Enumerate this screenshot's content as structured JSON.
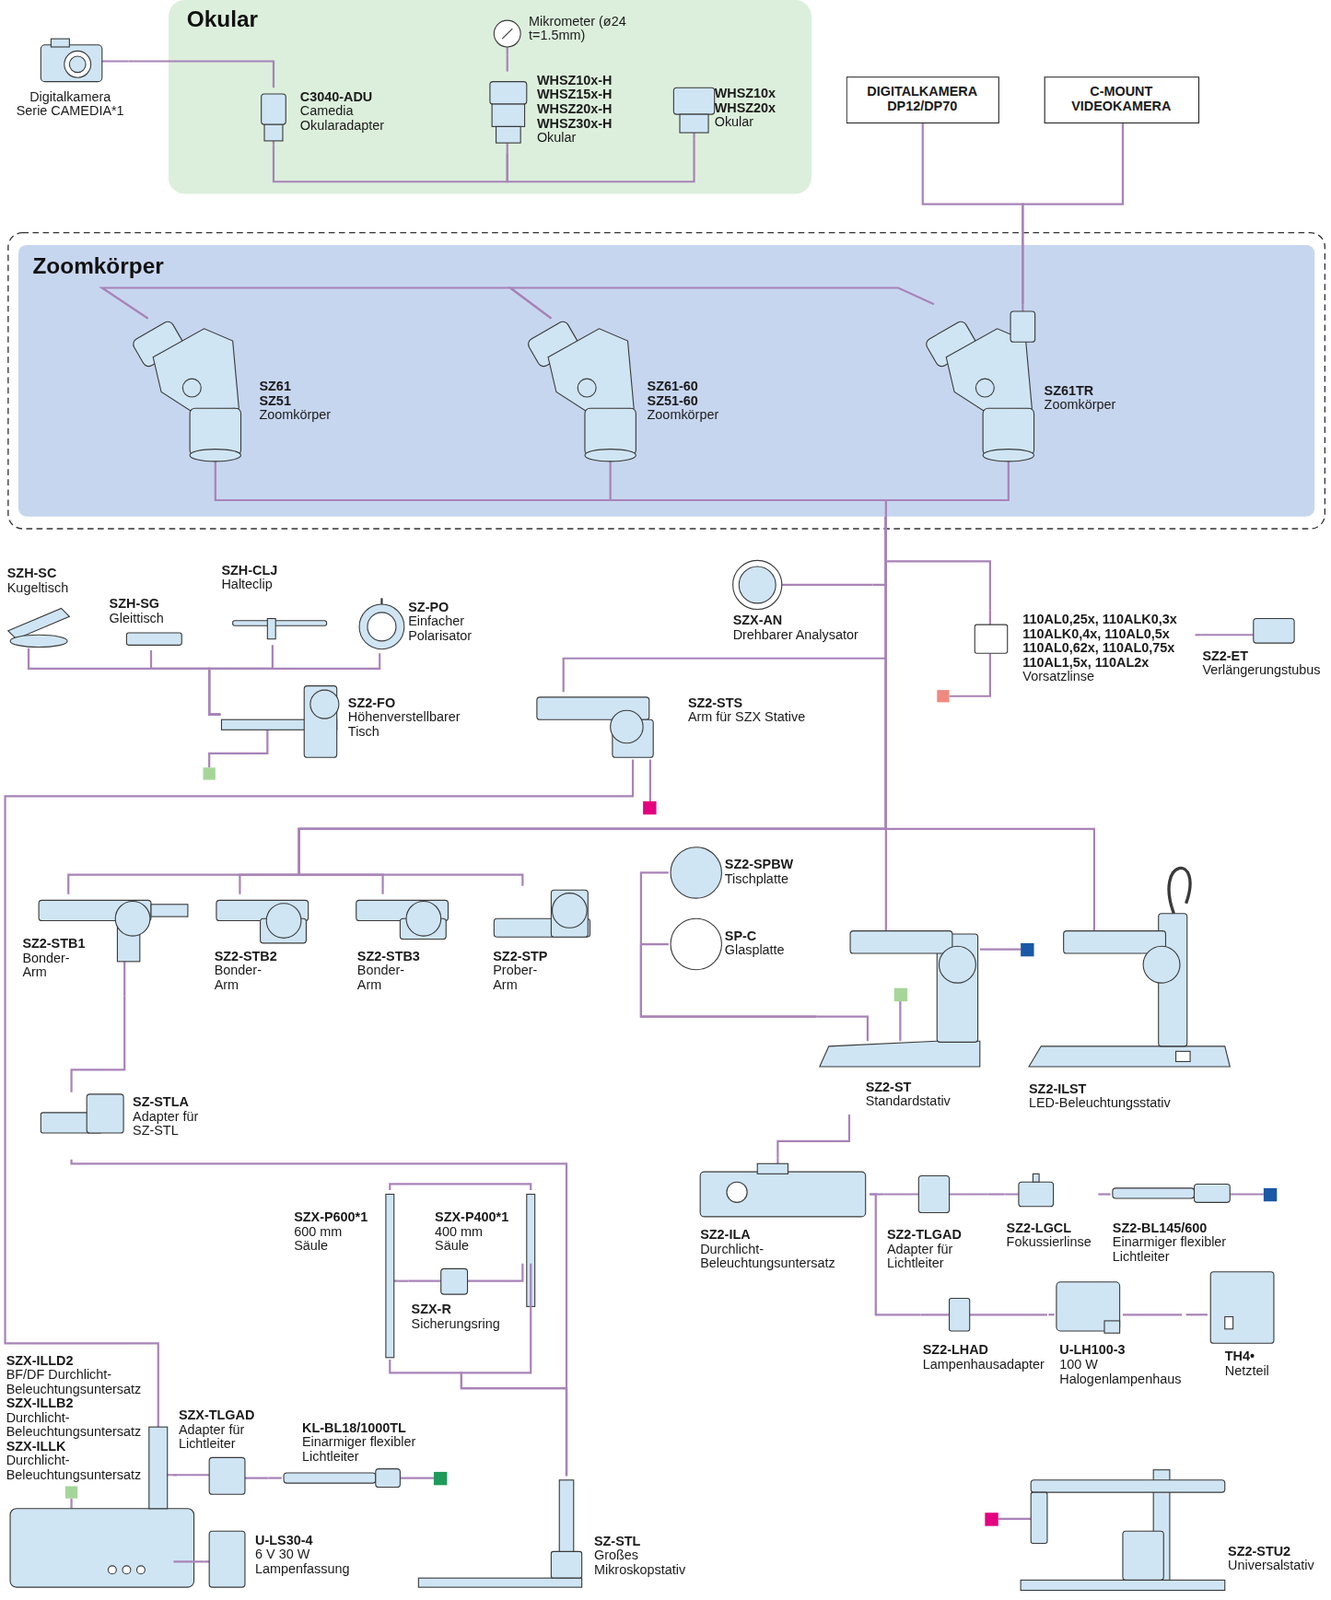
{
  "diagram": {
    "nodes": [
      {
        "text": [
          "Okular"
        ]
      },
      {
        "text": [
          "Mikrometer (ø24 t=1.5mm)"
        ],
        "in": 0
      },
      {
        "text": [
          "C3040-ADU",
          "Camedia Okularadapter"
        ],
        "in": 0
      },
      {
        "text": [
          "WHSZ10x-H WHSZ15x-H WHSZ20x-H WHSZ30x-H",
          "Okular"
        ],
        "in": 0
      },
      {
        "text": [
          "WHSZ10x WHSZ20x",
          "Okular"
        ],
        "in": 0
      },
      {
        "text": [
          "Digitalkamera",
          "Serie CAMEDIA*1"
        ]
      },
      {
        "text": [
          "DIGITALKAMERA DP12/DP70"
        ]
      },
      {
        "text": [
          "C-MOUNT VIDEOKAMERA"
        ]
      },
      {
        "text": [
          "Zoomkörper"
        ]
      },
      {
        "text": [
          "SZ61 SZ51",
          "Zoomkörper"
        ],
        "in": 8
      },
      {
        "text": [
          "SZ61-60 SZ51-60",
          "Zoomkörper"
        ],
        "in": 8
      },
      {
        "text": [
          "SZ61TR",
          "Zoomkörper"
        ],
        "in": 8
      },
      {
        "text": [
          "SZH-SC",
          "Kugeltisch"
        ]
      },
      {
        "text": [
          "SZH-SG",
          "Gleittisch"
        ]
      },
      {
        "text": [
          "SZH-CLJ",
          "Halteclip"
        ]
      },
      {
        "text": [
          "SZ-PO",
          "Einfacher Polarisator"
        ]
      },
      {
        "text": [
          "SZX-AN",
          "Drehbarer Analysator"
        ]
      },
      {
        "text": [
          "110AL0,25x, 110ALK0,3x 110ALK0,4x, 110AL0,5x 110AL0,62x, 110AL0,75x 110AL1,5x, 110AL2x",
          "Vorsatzlinse"
        ]
      },
      {
        "text": [
          "SZ2-ET",
          "Verlängerungstubus"
        ]
      },
      {
        "text": [
          "SZ2-FO",
          "Höhenverstellbarer Tisch"
        ]
      },
      {
        "text": [
          "SZ2-STS",
          "Arm für SZX Stative"
        ]
      },
      {
        "text": [
          "SZ2-STB1",
          "Bonder-Arm"
        ]
      },
      {
        "text": [
          "SZ2-STB2",
          "Bonder-Arm"
        ]
      },
      {
        "text": [
          "SZ2-STB3",
          "Bonder-Arm"
        ]
      },
      {
        "text": [
          "SZ2-STP",
          "Prober-Arm"
        ]
      },
      {
        "text": [
          "SZ2-SPBW",
          "Tischplatte"
        ]
      },
      {
        "text": [
          "SP-C",
          "Glasplatte"
        ]
      },
      {
        "text": [
          "SZ2-ST",
          "Standardstativ"
        ]
      },
      {
        "text": [
          "SZ2-ILST",
          "LED-Beleuchtungsstativ"
        ]
      },
      {
        "text": [
          "SZ-STLA",
          "Adapter für SZ-STL"
        ]
      },
      {
        "text": [
          "SZX-P600*1",
          "600 mm Säule"
        ]
      },
      {
        "text": [
          "SZX-P400*1",
          "400 mm Säule"
        ]
      },
      {
        "text": [
          "SZX-R",
          "Sicherungsring"
        ]
      },
      {
        "text": [
          "SZ2-ILA",
          "Durchlicht-Beleuchtungsuntersatz"
        ]
      },
      {
        "text": [
          "SZ2-TLGAD",
          "Adapter für Lichtleiter"
        ]
      },
      {
        "text": [
          "SZ2-LGCL",
          "Fokussierlinse"
        ]
      },
      {
        "text": [
          "SZ2-BL145/600",
          "Einarmiger flexibler Lichtleiter"
        ]
      },
      {
        "text": [
          "SZ2-LHAD",
          "Lampenhausadapter"
        ]
      },
      {
        "text": [
          "U-LH100-3",
          "100 W Halogenlampenhaus"
        ]
      },
      {
        "text": [
          "TH4•",
          "Netzteil"
        ]
      },
      {
        "text": [
          "SZX-ILLD2",
          "BF/DF Durchlicht-Beleuchtungsuntersatz",
          "SZX-ILLB2",
          "Durchlicht-Beleuchtungsuntersatz",
          "SZX-ILLK",
          "Durchlicht-Beleuchtungsuntersatz"
        ]
      },
      {
        "text": [
          "SZX-TLGAD",
          "Adapter für Lichtleiter"
        ]
      },
      {
        "text": [
          "KL-BL18/1000TL",
          "Einarmiger flexibler Lichtleiter"
        ]
      },
      {
        "text": [
          "U-LS30-4",
          "6 V 30 W Lampenfassung"
        ]
      },
      {
        "text": [
          "SZ-STL",
          "Großes Mikroskopstativ"
        ]
      },
      {
        "text": [
          "SZ2-STU2",
          "Universalstativ"
        ]
      }
    ],
    "edges": [
      {
        "from": 5,
        "to": 2,
        "arrow": "none"
      },
      {
        "from": 1,
        "to": 3,
        "arrow": "none"
      },
      {
        "from": 2,
        "to": 3,
        "arrow": "none"
      },
      {
        "from": 3,
        "to": 4,
        "arrow": "none"
      },
      {
        "from": 6,
        "to": 11,
        "arrow": "none"
      },
      {
        "from": 7,
        "to": 11,
        "arrow": "none"
      },
      {
        "from": 9,
        "to": 10,
        "arrow": "none"
      },
      {
        "from": 10,
        "to": 11,
        "arrow": "none"
      },
      {
        "from": 8,
        "to": 16,
        "arrow": "none"
      },
      {
        "from": 8,
        "to": 17,
        "arrow": "none"
      },
      {
        "from": 8,
        "to": 20,
        "arrow": "none"
      },
      {
        "from": 8,
        "to": 21,
        "arrow": "none"
      },
      {
        "from": 8,
        "to": 22,
        "arrow": "none"
      },
      {
        "from": 8,
        "to": 23,
        "arrow": "none"
      },
      {
        "from": 8,
        "to": 24,
        "arrow": "none"
      },
      {
        "from": 8,
        "to": 27,
        "arrow": "none"
      },
      {
        "from": 8,
        "to": 28,
        "arrow": "none"
      },
      {
        "from": 17,
        "to": 18,
        "arrow": "none"
      },
      {
        "from": 12,
        "to": 19,
        "arrow": "none"
      },
      {
        "from": 13,
        "to": 19,
        "arrow": "none"
      },
      {
        "from": 14,
        "to": 19,
        "arrow": "none"
      },
      {
        "from": 15,
        "to": 19,
        "arrow": "none"
      },
      {
        "from": 20,
        "to": 40,
        "arrow": "none"
      },
      {
        "from": 25,
        "to": 27,
        "arrow": "none"
      },
      {
        "from": 26,
        "to": 27,
        "arrow": "none"
      },
      {
        "from": 27,
        "to": 33,
        "arrow": "none"
      },
      {
        "from": 33,
        "to": 34,
        "arrow": "none"
      },
      {
        "from": 34,
        "to": 35,
        "arrow": "none"
      },
      {
        "from": 35,
        "to": 36,
        "arrow": "none"
      },
      {
        "from": 33,
        "to": 37,
        "arrow": "none"
      },
      {
        "from": 37,
        "to": 38,
        "arrow": "none"
      },
      {
        "from": 38,
        "to": 39,
        "arrow": "none"
      },
      {
        "from": 21,
        "to": 29,
        "arrow": "none"
      },
      {
        "from": 29,
        "to": 44,
        "arrow": "none"
      },
      {
        "from": 30,
        "to": 31,
        "arrow": "none"
      },
      {
        "from": 30,
        "to": 32,
        "arrow": "none"
      },
      {
        "from": 32,
        "to": 31,
        "arrow": "none"
      },
      {
        "from": 30,
        "to": 44,
        "arrow": "none"
      },
      {
        "from": 31,
        "to": 44,
        "arrow": "none"
      },
      {
        "from": 41,
        "to": 40,
        "arrow": "none"
      },
      {
        "from": 43,
        "to": 40,
        "arrow": "none"
      },
      {
        "from": 41,
        "to": 42,
        "arrow": "none"
      }
    ]
  }
}
